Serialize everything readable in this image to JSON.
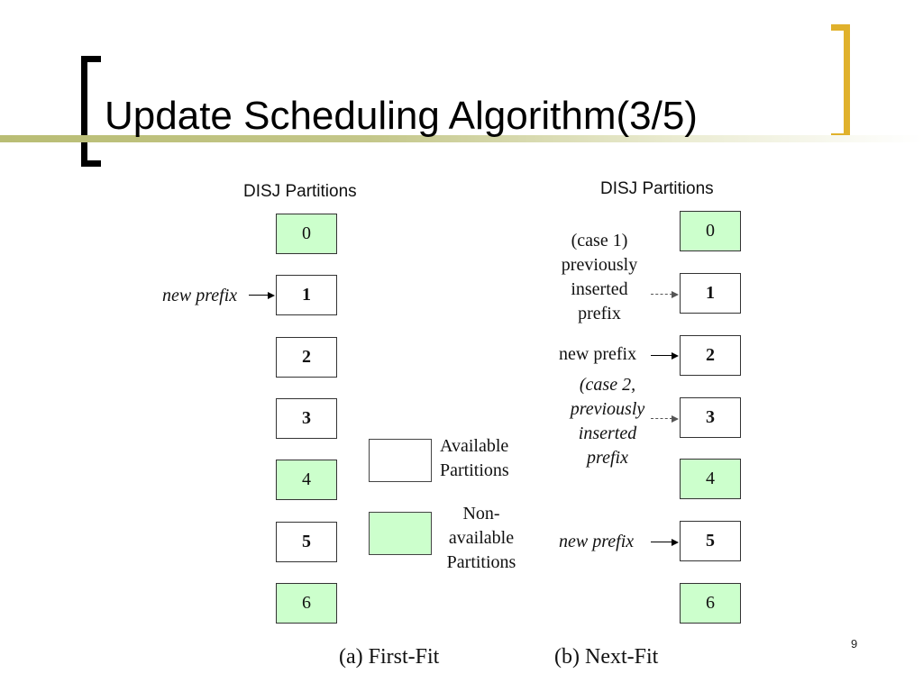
{
  "slide": {
    "title": "Update Scheduling Algorithm(3/5)",
    "page_number": "9"
  },
  "first_fit": {
    "heading": "DISJ Partitions",
    "partitions": [
      {
        "label": "0",
        "status": "non-available"
      },
      {
        "label": "1",
        "status": "available"
      },
      {
        "label": "2",
        "status": "available"
      },
      {
        "label": "3",
        "status": "available"
      },
      {
        "label": "4",
        "status": "non-available"
      },
      {
        "label": "5",
        "status": "available"
      },
      {
        "label": "6",
        "status": "non-available"
      }
    ],
    "new_prefix_label": "new prefix",
    "caption": "(a) First-Fit"
  },
  "next_fit": {
    "heading": "DISJ Partitions",
    "partitions": [
      {
        "label": "0",
        "status": "non-available"
      },
      {
        "label": "1",
        "status": "available"
      },
      {
        "label": "2",
        "status": "available"
      },
      {
        "label": "3",
        "status": "available"
      },
      {
        "label": "4",
        "status": "non-available"
      },
      {
        "label": "5",
        "status": "available"
      },
      {
        "label": "6",
        "status": "non-available"
      }
    ],
    "case1_lines": [
      "(case 1)",
      "previously",
      "inserted",
      "prefix"
    ],
    "new_prefix_2": "new prefix",
    "case2_lines": [
      "(case 2,",
      "previously",
      "inserted",
      "prefix"
    ],
    "new_prefix_5": "new prefix",
    "caption": "(b) Next-Fit"
  },
  "legend": {
    "available_lines": [
      "Available",
      "Partitions"
    ],
    "non_available_lines": [
      "Non-",
      "available",
      "Partitions"
    ]
  },
  "colors": {
    "non_available_fill": "#ccffcc",
    "accent_gold": "#e0b12c",
    "deco_line": "#b9bd74"
  }
}
